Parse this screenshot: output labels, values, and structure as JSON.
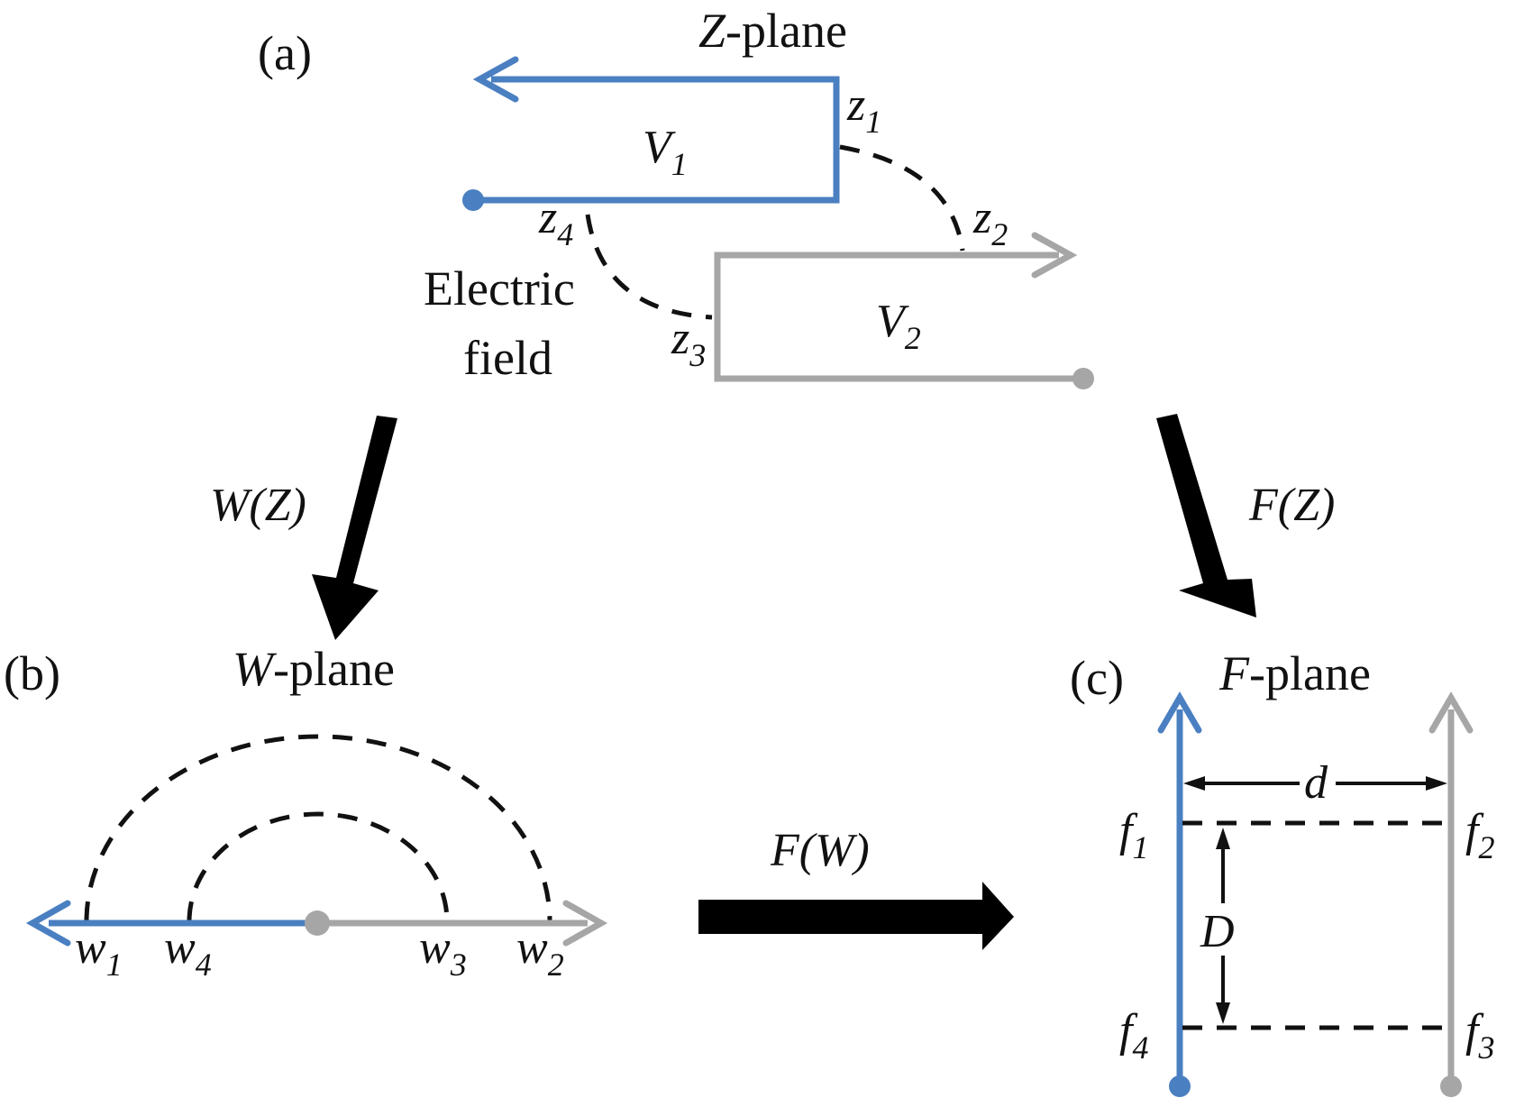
{
  "colors": {
    "electrode_1": "#4a7fc1",
    "electrode_2": "#a6a6a6",
    "field_line": "#111111",
    "map_arrow": "#000000",
    "background": "#ffffff"
  },
  "panel_a": {
    "label": "(a)",
    "plane_var": "Z",
    "plane_suffix": "-plane",
    "v1": {
      "sym": "V",
      "sub": "1"
    },
    "v2": {
      "sym": "V",
      "sub": "2"
    },
    "z1": {
      "sym": "z",
      "sub": "1"
    },
    "z2": {
      "sym": "z",
      "sub": "2"
    },
    "z3": {
      "sym": "z",
      "sub": "3"
    },
    "z4": {
      "sym": "z",
      "sub": "4"
    },
    "field_line1": "Electric",
    "field_line2": "field"
  },
  "mappings": {
    "wz": "W(Z)",
    "fz": "F(Z)",
    "fw": "F(W)"
  },
  "panel_b": {
    "label": "(b)",
    "plane_var": "W",
    "plane_suffix": "-plane",
    "w1": {
      "sym": "w",
      "sub": "1"
    },
    "w2": {
      "sym": "w",
      "sub": "2"
    },
    "w3": {
      "sym": "w",
      "sub": "3"
    },
    "w4": {
      "sym": "w",
      "sub": "4"
    }
  },
  "panel_c": {
    "label": "(c)",
    "plane_var": "F",
    "plane_suffix": "-plane",
    "f1": {
      "sym": "f",
      "sub": "1"
    },
    "f2": {
      "sym": "f",
      "sub": "2"
    },
    "f3": {
      "sym": "f",
      "sub": "3"
    },
    "f4": {
      "sym": "f",
      "sub": "4"
    },
    "d_label": "d",
    "D_label": "D"
  }
}
